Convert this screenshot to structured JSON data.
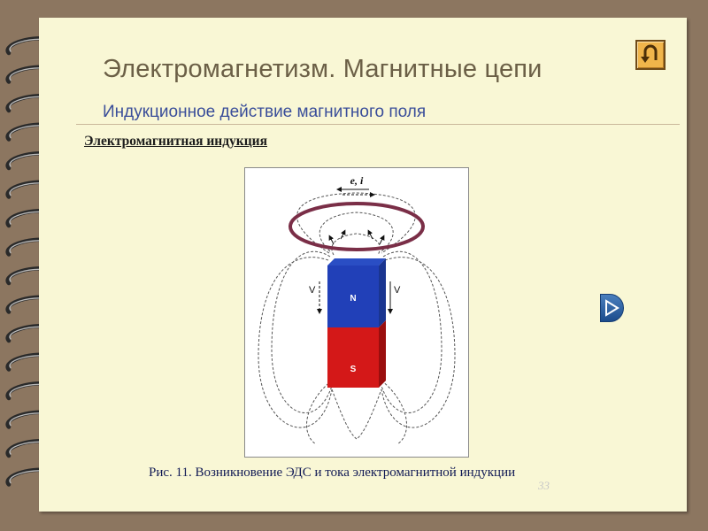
{
  "slide": {
    "title": "Электромагнетизм.  Магнитные цепи",
    "subtitle": "Индукционное действие магнитного поля",
    "section_heading": "Электромагнитная индукция",
    "caption": "Рис. 11. Возникновение ЭДС и тока электромагнитной индукции",
    "page_number": "33"
  },
  "figure": {
    "current_label": "e, i",
    "north_label": "N",
    "south_label": "S",
    "velocity_left": "V",
    "velocity_right": "V"
  },
  "colors": {
    "page_background": "#f9f7d5",
    "outer_background": "#8c7660",
    "title": "#6b5f46",
    "subtitle": "#3a4e9a",
    "coil": "#7a2e47",
    "magnet_north": "#2140b8",
    "magnet_south": "#d41818"
  },
  "icons": {
    "return_button": "return-arrow-icon",
    "next_button": "play-next-icon",
    "binding": "spiral-ring-icon"
  }
}
